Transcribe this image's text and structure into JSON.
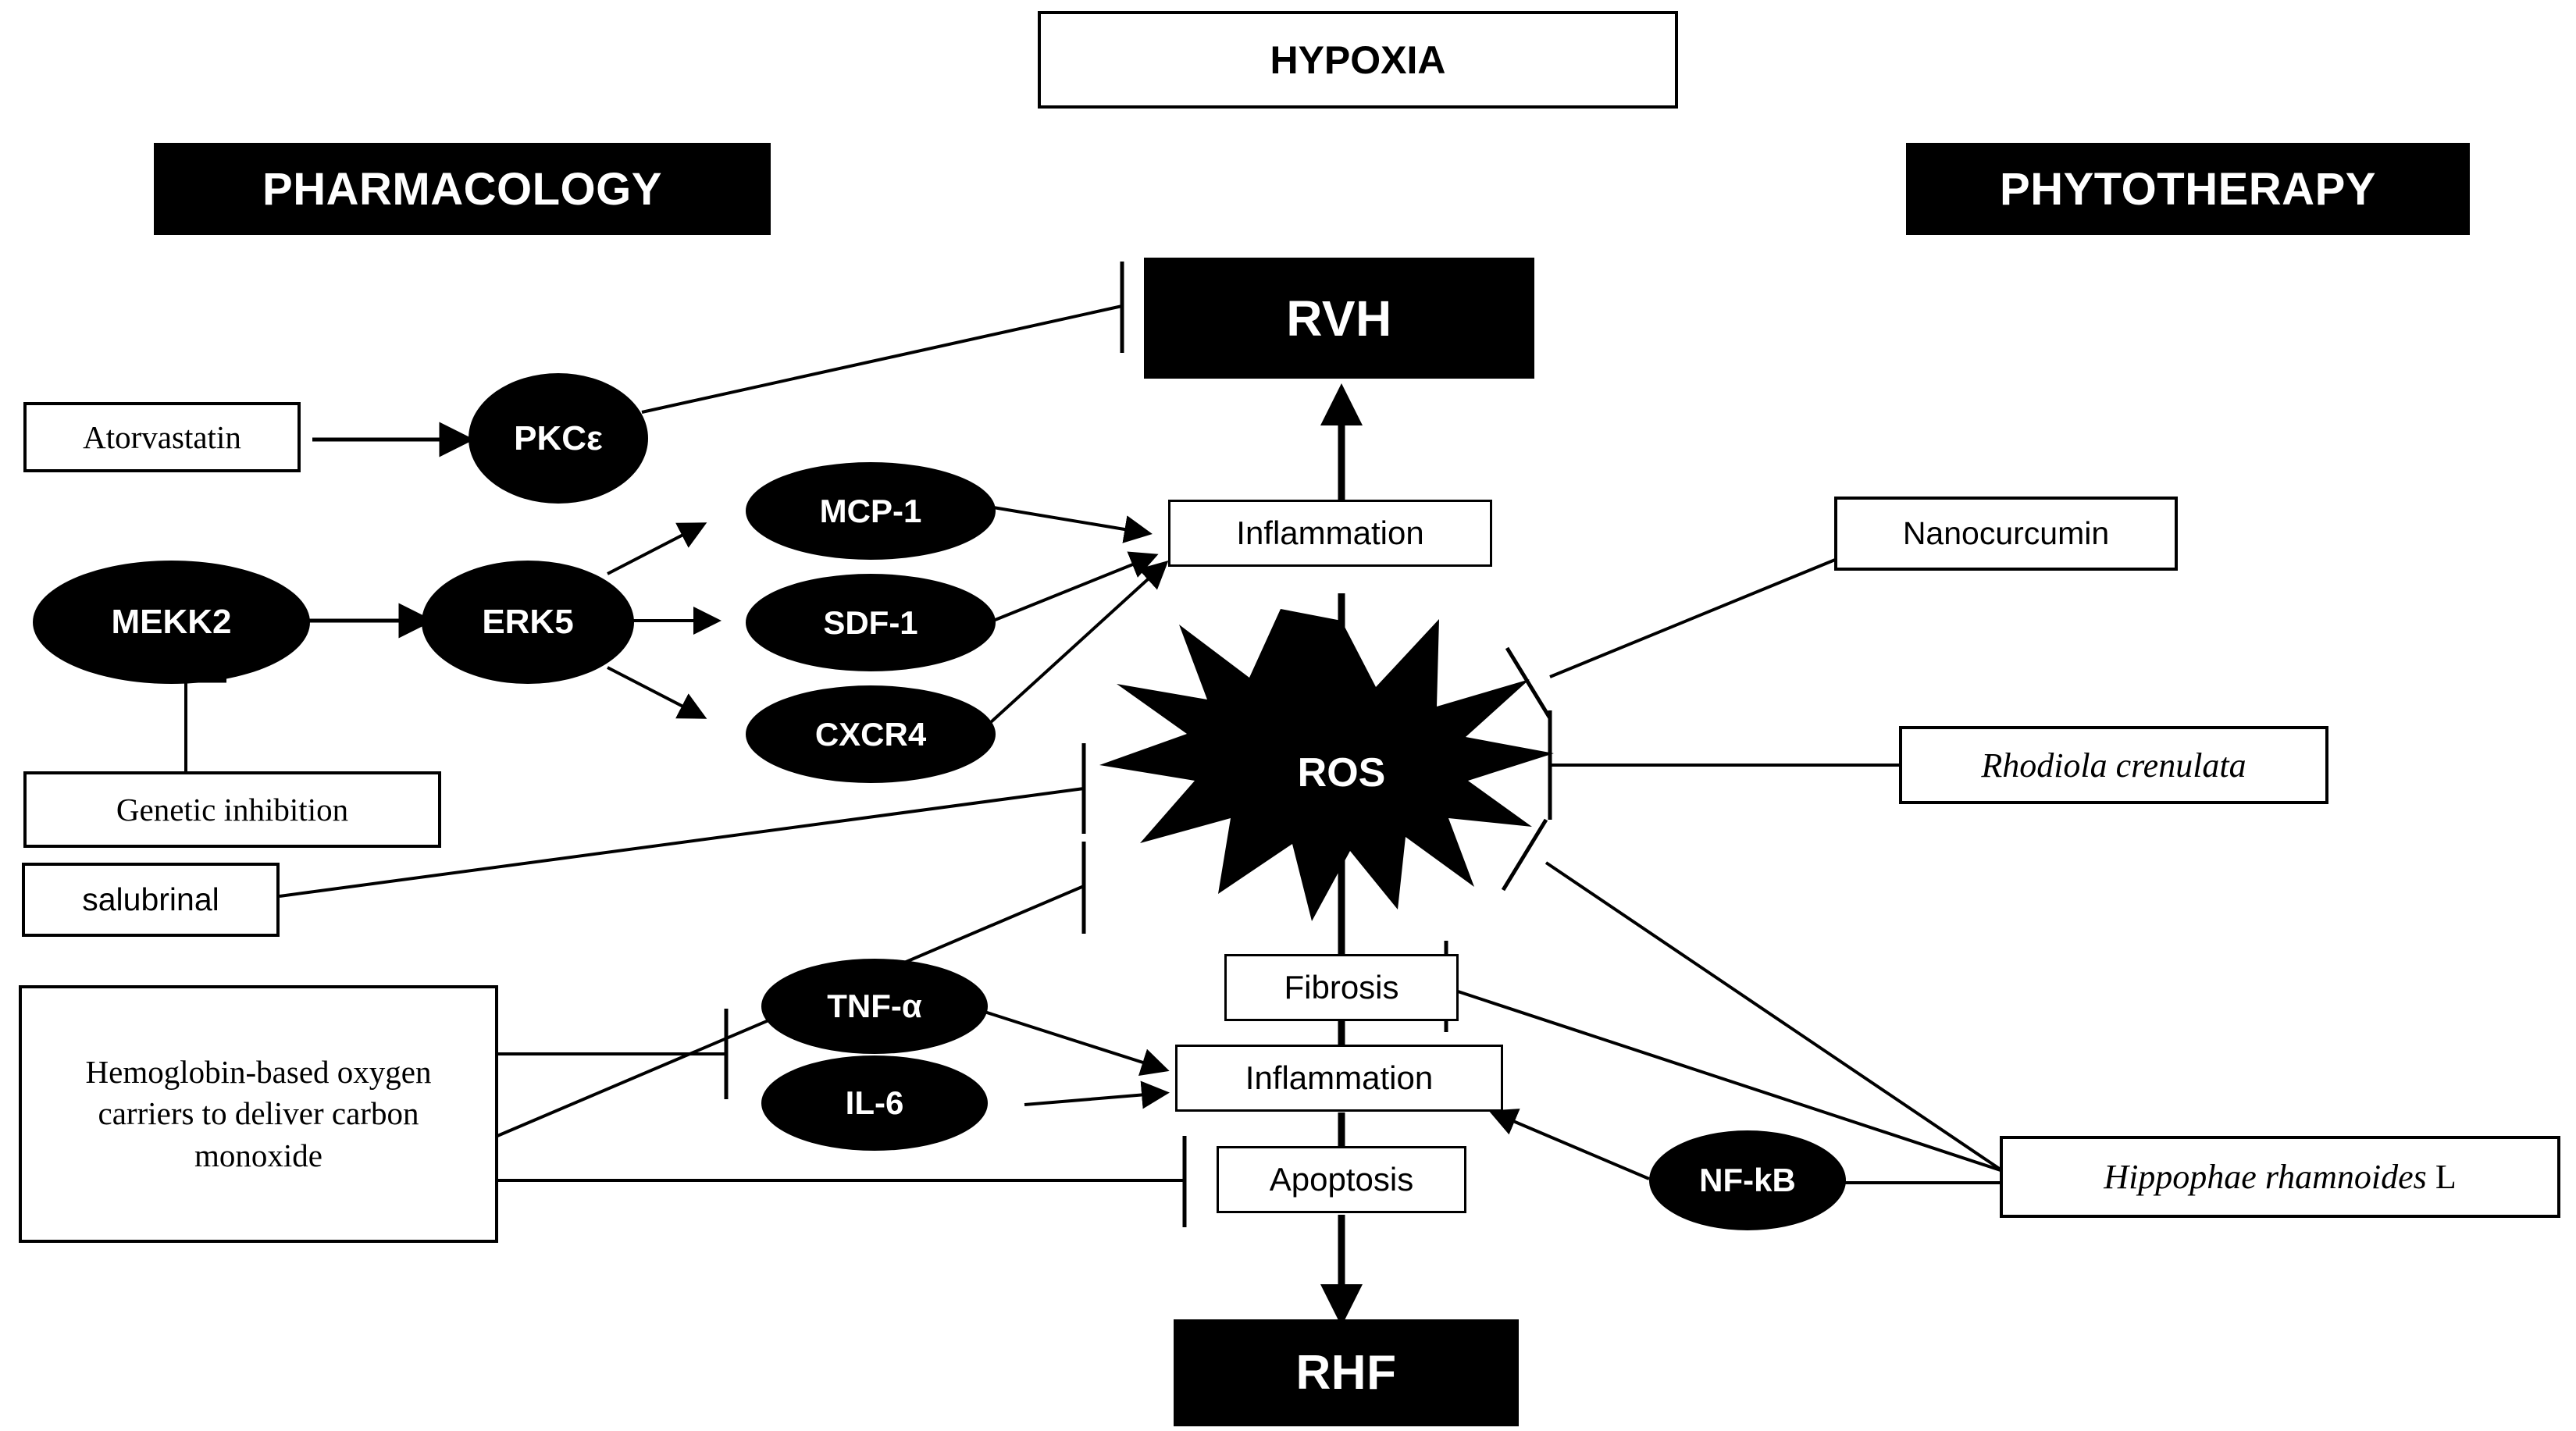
{
  "diagram": {
    "title_hypoxia": "HYPOXIA",
    "section_left": "PHARMACOLOGY",
    "section_right": "PHYTOTHERAPY",
    "outcome_top": "RVH",
    "outcome_bottom": "RHF"
  },
  "nodes": {
    "atorvastatin": "Atorvastatin",
    "pkce": "PKCε",
    "mekk2": "MEKK2",
    "erk5": "ERK5",
    "mcp1": "MCP-1",
    "sdf1": "SDF-1",
    "cxcr4": "CXCR4",
    "genetic_inhibition": "Genetic inhibition",
    "salubrinal": "salubrinal",
    "hboc": "Hemoglobin-based oxygen carriers to deliver carbon monoxide",
    "tnfa": "TNF-α",
    "il6": "IL-6",
    "nfkb": "NF-kB",
    "ros": "ROS",
    "inflammation_top": "Inflammation",
    "inflammation_bottom": "Inflammation",
    "fibrosis": "Fibrosis",
    "apoptosis": "Apoptosis",
    "nanocurcumin": "Nanocurcumin",
    "rhodiola": "Rhodiola crenulata",
    "hippophae_italic": "Hippophae rhamnoides",
    "hippophae_suffix": " L"
  },
  "edges": [
    {
      "from": "Atorvastatin",
      "to": "PKCε",
      "type": "activation"
    },
    {
      "from": "PKCε",
      "to": "RVH",
      "type": "inhibition"
    },
    {
      "from": "MEKK2",
      "to": "ERK5",
      "type": "activation"
    },
    {
      "from": "Genetic inhibition",
      "to": "MEKK2",
      "type": "inhibition"
    },
    {
      "from": "ERK5",
      "to": "MCP-1",
      "type": "activation"
    },
    {
      "from": "ERK5",
      "to": "SDF-1",
      "type": "activation"
    },
    {
      "from": "ERK5",
      "to": "CXCR4",
      "type": "activation"
    },
    {
      "from": "MCP-1",
      "to": "Inflammation",
      "type": "activation"
    },
    {
      "from": "SDF-1",
      "to": "Inflammation",
      "type": "activation"
    },
    {
      "from": "CXCR4",
      "to": "Inflammation",
      "type": "activation"
    },
    {
      "from": "salubrinal",
      "to": "ROS",
      "type": "inhibition"
    },
    {
      "from": "Hemoglobin-based oxygen carriers to deliver carbon monoxide",
      "to": "ROS",
      "type": "inhibition"
    },
    {
      "from": "Hemoglobin-based oxygen carriers to deliver carbon monoxide",
      "to": "TNF-α / IL-6",
      "type": "inhibition"
    },
    {
      "from": "Hemoglobin-based oxygen carriers to deliver carbon monoxide",
      "to": "Apoptosis",
      "type": "inhibition"
    },
    {
      "from": "TNF-α",
      "to": "Inflammation",
      "type": "activation"
    },
    {
      "from": "IL-6",
      "to": "Inflammation",
      "type": "activation"
    },
    {
      "from": "NF-kB",
      "to": "Inflammation",
      "type": "activation"
    },
    {
      "from": "Nanocurcumin",
      "to": "ROS",
      "type": "inhibition"
    },
    {
      "from": "Rhodiola crenulata",
      "to": "ROS",
      "type": "inhibition"
    },
    {
      "from": "Hippophae rhamnoides L",
      "to": "ROS",
      "type": "inhibition"
    },
    {
      "from": "Hippophae rhamnoides L",
      "to": "Fibrosis",
      "type": "inhibition"
    },
    {
      "from": "Hippophae rhamnoides L",
      "to": "NF-kB",
      "type": "inhibition"
    },
    {
      "from": "Inflammation (top)",
      "to": "RVH",
      "type": "activation"
    },
    {
      "from": "ROS",
      "to": "Fibrosis",
      "type": "activation"
    },
    {
      "from": "Apoptosis",
      "to": "RHF",
      "type": "activation"
    }
  ],
  "colors": {
    "fill_black": "#000000",
    "background": "#ffffff",
    "text_on_black": "#ffffff"
  }
}
